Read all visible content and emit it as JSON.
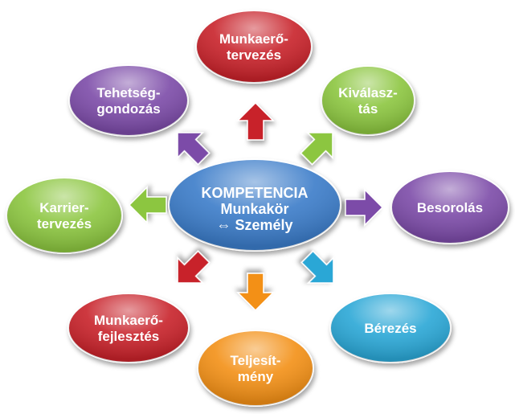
{
  "center": {
    "lines": [
      "KOMPETENCIA",
      "Munkakör",
      "⇔ Személy"
    ],
    "color": "#3a7cc9"
  },
  "nodes": [
    {
      "id": "munkaero-tervezes",
      "lines": [
        "Munkaerő-",
        "tervezés"
      ],
      "color": "#c8232b"
    },
    {
      "id": "kivalasztas",
      "lines": [
        "Kiválasz-",
        "tás"
      ],
      "color": "#8cc63f"
    },
    {
      "id": "besorolas",
      "lines": [
        "Besorolás"
      ],
      "color": "#7b4ba8"
    },
    {
      "id": "berezes",
      "lines": [
        "Bérezés"
      ],
      "color": "#2aa7d6"
    },
    {
      "id": "teljesitmeny",
      "lines": [
        "Teljesít-",
        "mény"
      ],
      "color": "#f39019"
    },
    {
      "id": "munkaero-fejlesztes",
      "lines": [
        "Munkaerő-",
        "fejlesztés"
      ],
      "color": "#c8232b"
    },
    {
      "id": "karriertervezes",
      "lines": [
        "Karrier-",
        "tervezés"
      ],
      "color": "#8cc63f"
    },
    {
      "id": "tehetseggondozas",
      "lines": [
        "Tehetség-",
        "gondozás"
      ],
      "color": "#7b4ba8"
    }
  ]
}
